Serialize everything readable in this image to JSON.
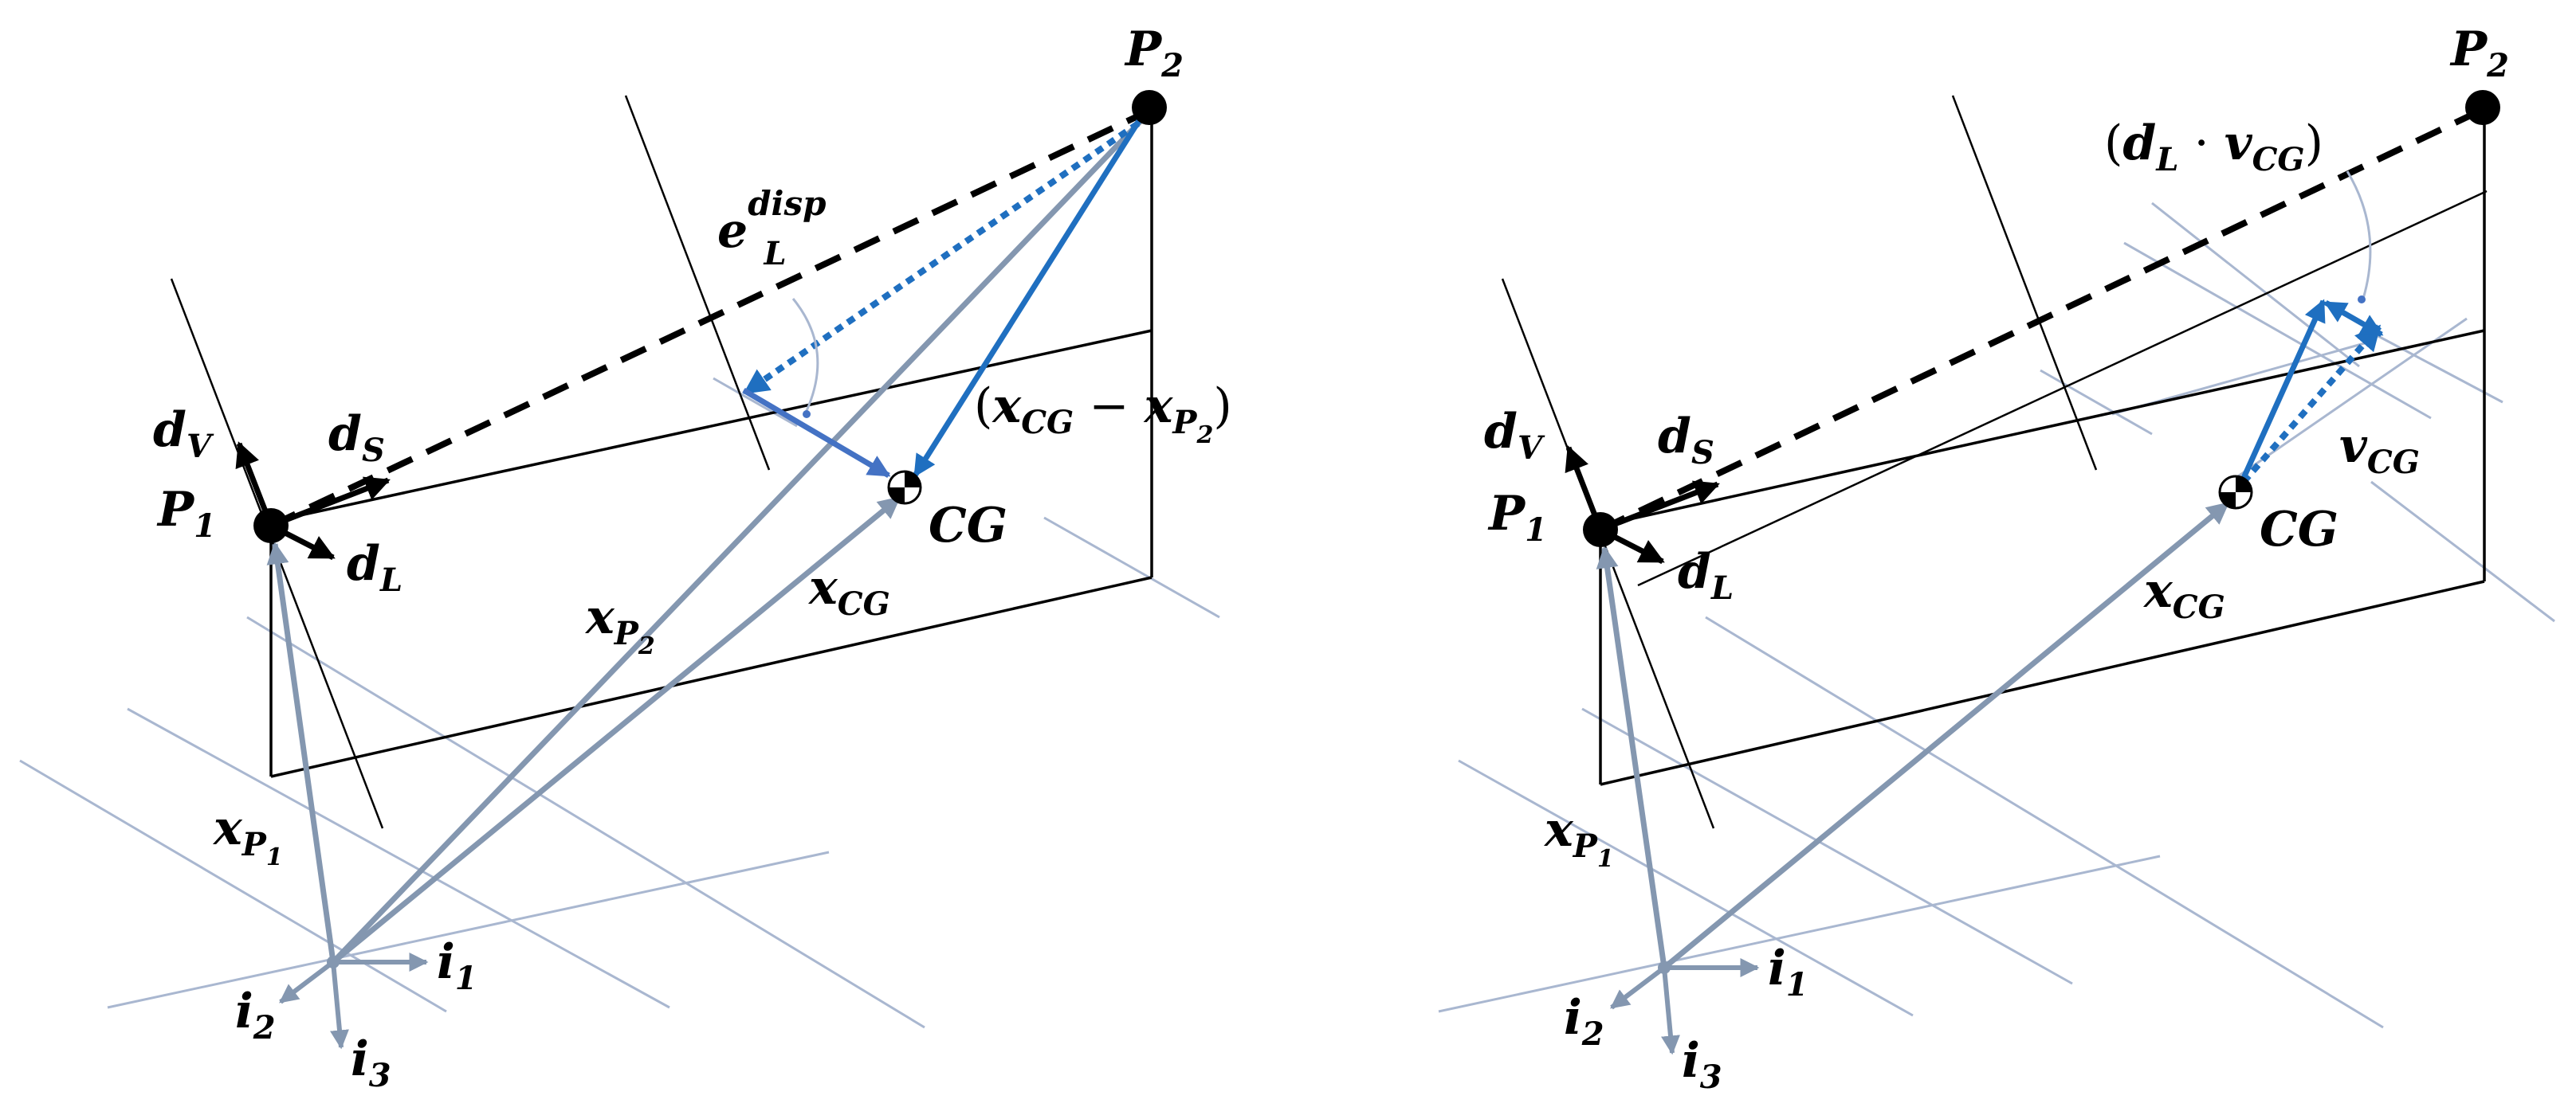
{
  "colors": {
    "black": "#000000",
    "grid": "#a9b7d0",
    "gray_vector": "#8497b0",
    "blue_vector": "#1f6fc0",
    "mid_blue_vector": "#4472c4"
  },
  "labels": {
    "p1": "P",
    "p1_sub": "1",
    "p2": "P",
    "p2_sub": "2",
    "dv": "d",
    "dv_sub": "V",
    "ds": "d",
    "ds_sub": "S",
    "dl": "d",
    "dl_sub": "L",
    "cg": "CG",
    "xcg": "x",
    "xcg_sub": "CG",
    "xp2": "x",
    "xp2_sub": "P",
    "xp2_subsub": "2",
    "xp1": "x",
    "xp1_sub": "P",
    "xp1_subsub": "1",
    "i1": "i",
    "i1_sub": "1",
    "i2": "i",
    "i2_sub": "2",
    "i3": "i",
    "i3_sub": "3",
    "e_disp": "e",
    "e_disp_sup": "disp",
    "e_disp_sub": "L",
    "diff_open": "(",
    "diff_x1": "x",
    "diff_x1_sub": "CG",
    "diff_minus": " − ",
    "diff_x2": "x",
    "diff_x2_sub": "P",
    "diff_x2_subsub": "2",
    "diff_close": ")",
    "dot_open": "(",
    "dot_d": "d",
    "dot_d_sub": "L",
    "dot_op": " · ",
    "dot_v": "v",
    "dot_v_sub": "CG",
    "dot_close": ")",
    "vcg": "v",
    "vcg_sub": "CG"
  }
}
